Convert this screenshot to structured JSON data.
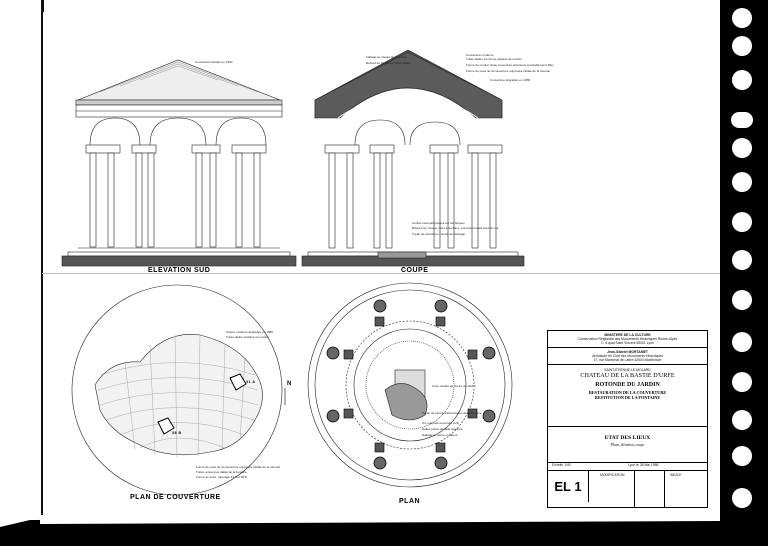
{
  "views": {
    "elevation_sud": "ELEVATION SUD",
    "coupe": "COUPE",
    "plan_couverture": "PLAN DE COUVERTURE",
    "plan": "PLAN"
  },
  "north_marker": "N",
  "section_marks": {
    "a": "31 A",
    "b": "38 B"
  },
  "notes": {
    "elev_roof": "Couverture détruite en 1990",
    "coupe_1": "Faîtage au niveau promontoire",
    "coupe_2": "Rebord de briques et tuiles plates",
    "coupe_3": "Couverture moderne",
    "coupe_4": "Tuiles plates sur forme épaisse de mortier",
    "coupe_5": "Forme de mortier d'une couverture antérieure (probablement 18e)",
    "coupe_6": "Forme de pose de la couverture supposée initiale de la rotonde",
    "coupe_7": "Couverture dégradée en 1988",
    "coupe_8": "Cerfles réemploi posées sur les briques",
    "coupe_9": "Briques sur champ, liées à la chaux, point de contact avec le mur",
    "coupe_10": "Tuyau de plomb (ou cuivre) de drainage",
    "pc_1": "Toiture moderne dégradée en 1988",
    "pc_2": "Tuiles plates scellées au mortier",
    "pc_3": "Forme de pose de la couverture supposée initiale de la rotonde",
    "pc_4": "Tuiles, anciennes dalles de la fontaine",
    "pc_5": "Forme de pose, repérage 31 A et 38 B",
    "plan_1": "Cuve restant au centre du Jardin",
    "plan_2": "Tuyau de plomb d'alimentation de la fontaine",
    "plan_3": "Arc supposé ouverture (1/3)",
    "plan_4": "Dalles polies de taille réguliere",
    "plan_5": "Dallage en pierre moderne"
  },
  "cartouche": {
    "header_1": "MINISTERE DE LA CULTURE",
    "header_2": "Conservation Régionale des Monuments Historiques Rhône-Alpes",
    "header_3": "C. 6 quai Saint Vincent 69001 Lyon",
    "architect_1": "Jean-Gabriel MORTAMET",
    "architect_2": "Architecte en Chef des Monuments Historiques",
    "architect_3": "17, rue Maréchal de Lattre 42600 Montbrison",
    "location_1": "SAINT-ÉTIENNE-LE-MOLARD",
    "location_2": "CHATEAU DE LA BASTIE D'URFE",
    "subject": "ROTONDE DU JARDIN",
    "work_1": "RESTAURATION DE LA COUVERTURE",
    "work_2": "RESTITUTION DE LA FONTAINE",
    "state": "ETAT DES LIEUX",
    "state_sub": "Plans, élévation, coupe",
    "date_label": "Echelle 1/40",
    "date_value": "Lyon le 28 Mai 1988",
    "sheet_no": "EL 1",
    "col_2": "MODIFICATION",
    "col_3": "INDICE"
  }
}
